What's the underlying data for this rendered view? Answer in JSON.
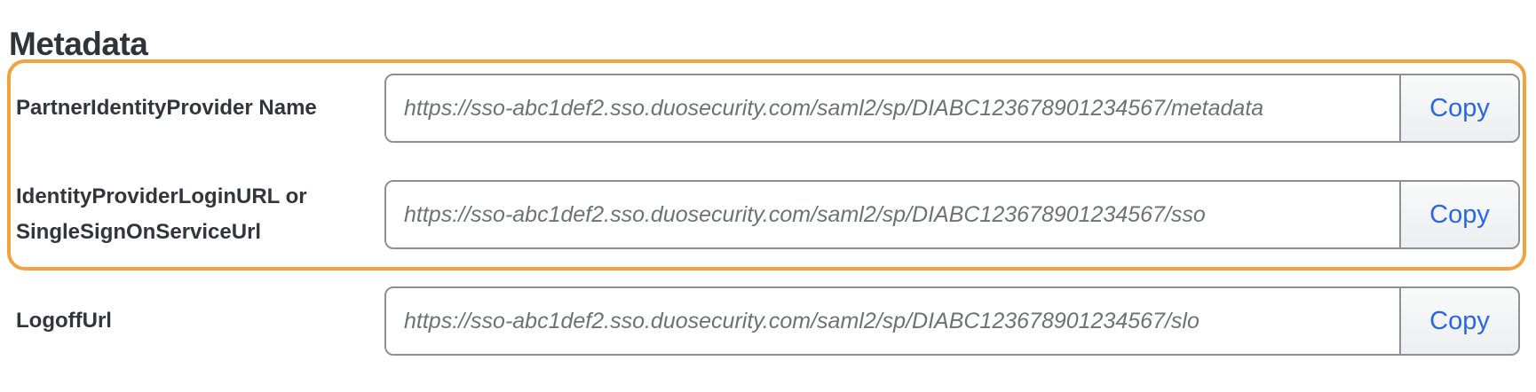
{
  "page": {
    "title": "Metadata"
  },
  "colors": {
    "highlight_outline": "#f2a33c",
    "input_border": "#8b9199",
    "copy_text": "#2c66e8",
    "label_text": "#30363c",
    "url_text": "#6e7276"
  },
  "rows": [
    {
      "label": "PartnerIdentityProvider Name",
      "value": "https://sso-abc1def2.sso.duosecurity.com/saml2/sp/DIABC123678901234567/metadata",
      "copy_label": "Copy",
      "highlighted": true
    },
    {
      "label": "IdentityProviderLoginURL or SingleSignOnServiceUrl",
      "value": "https://sso-abc1def2.sso.duosecurity.com/saml2/sp/DIABC123678901234567/sso",
      "copy_label": "Copy",
      "highlighted": true
    },
    {
      "label": "LogoffUrl",
      "value": "https://sso-abc1def2.sso.duosecurity.com/saml2/sp/DIABC123678901234567/slo",
      "copy_label": "Copy",
      "highlighted": false
    }
  ]
}
